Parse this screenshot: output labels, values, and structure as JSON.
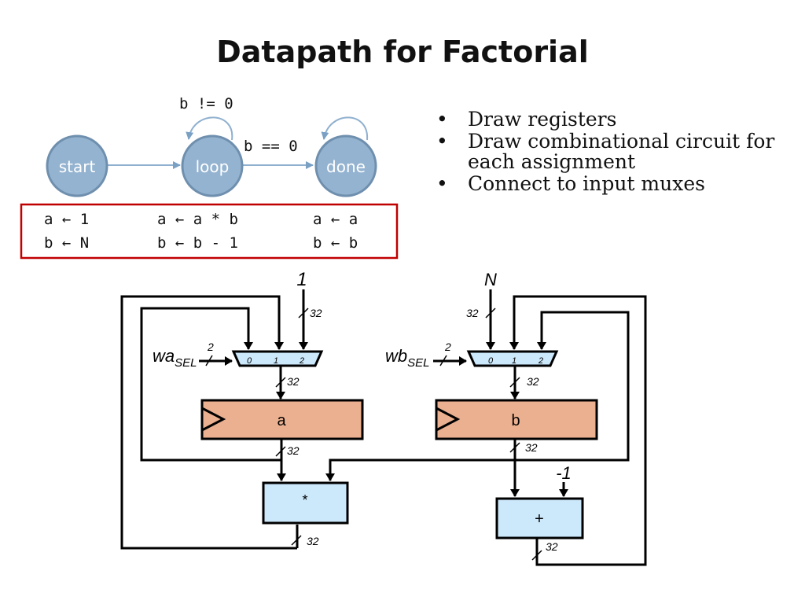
{
  "title": "Datapath for Factorial",
  "fsm": {
    "states": [
      {
        "name": "start"
      },
      {
        "name": "loop"
      },
      {
        "name": "done"
      }
    ],
    "transitions": {
      "loop_self": "b != 0",
      "loop_to_done": "b == 0"
    },
    "assignments": [
      {
        "a": "a ← 1",
        "b": "b ← N"
      },
      {
        "a": "a ← a * b",
        "b": "b ← b - 1"
      },
      {
        "a": "a ← a",
        "b": "b ← b"
      }
    ],
    "colors": {
      "state_fill": "#94b3d0",
      "state_stroke": "#6f8fae",
      "box_border": "#c00000"
    }
  },
  "bullets": [
    "Draw registers",
    "Draw combinational circuit for each assignment",
    "Connect to input muxes"
  ],
  "datapath": {
    "const_1": "1",
    "const_N": "N",
    "const_neg1": "-1",
    "width": "32",
    "sel_width": "2",
    "wa_sel": {
      "main": "wa",
      "sub": "SEL"
    },
    "wb_sel": {
      "main": "wb",
      "sub": "SEL"
    },
    "mux_inputs": [
      "0",
      "1",
      "2"
    ],
    "reg_a": "a",
    "reg_b": "b",
    "mult_op": "*",
    "add_op": "+",
    "colors": {
      "register": "#ebb090",
      "alu": "#cce8fb",
      "mux": "#cce8fb"
    }
  }
}
